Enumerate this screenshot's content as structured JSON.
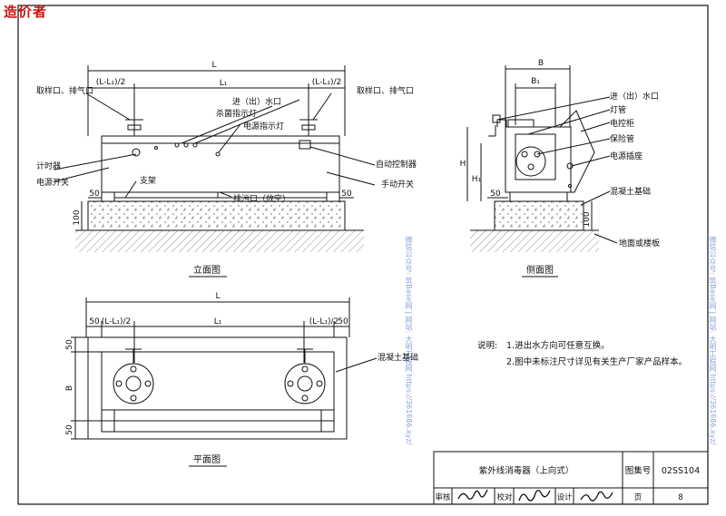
{
  "watermark": "造价者",
  "front_view": {
    "dim_L": "L",
    "dim_L1": "L₁",
    "dim_half_left": "(L-L₁)/2",
    "dim_half_right": "(L-L₁)/2",
    "dim_50_left": "50",
    "dim_50_right": "50",
    "dim_100": "100",
    "label_sample_left": "取样口、排气口",
    "label_sample_right": "取样口、排气口",
    "label_inlet": "进（出）水口",
    "label_germicidal_lamp": "杀菌指示灯",
    "label_power_lamp": "电源指示灯",
    "label_timer": "计时器",
    "label_power_switch": "电源开关",
    "label_support": "支架",
    "label_drain": "排污口（放空）",
    "label_auto_control": "自动控制器",
    "label_manual_switch": "手动开关",
    "caption": "立面图"
  },
  "side_view": {
    "dim_B": "B",
    "dim_B1": "B₁",
    "dim_H": "H",
    "dim_H1": "H₁",
    "dim_50": "50",
    "dim_100": "100",
    "label_inlet": "进（出）水口",
    "label_lamp": "灯管",
    "label_cabinet": "电控柜",
    "label_protect_tube": "保险管",
    "label_socket": "电源插座",
    "label_concrete": "混凝土基础",
    "label_floor": "地面或楼板",
    "caption": "侧面图"
  },
  "plan_view": {
    "dim_50_left": "50",
    "dim_half_left": "(L-L₁)/2",
    "dim_L1": "L₁",
    "dim_half_right": "(L-L₁)/2",
    "dim_50_right": "50",
    "dim_L": "L",
    "dim_v_50_top": "50",
    "dim_v_B": "B",
    "dim_v_50_bottom": "50",
    "label_concrete": "混凝土基础",
    "caption": "平面图"
  },
  "notes": {
    "title": "说明:",
    "item1": "1.进出水方向可任意互换。",
    "item2": "2.图中未标注尺寸详见有关生产厂家产品样本。"
  },
  "side_notes": {
    "left": "微信公众号: 筑Base网 | 网站: 大明工程网 https://361686.xyz/",
    "right": "微信公众号: 筑Base网 | 网站: 大明工程网 https://361686.xyz/"
  },
  "title_block": {
    "title": "紫外线消毒器（上向式）",
    "atlas_label": "图集号",
    "atlas_no": "02SS104",
    "review_label": "审核",
    "check_label": "校对",
    "design_label": "设计",
    "page_label": "页",
    "page_no": "8"
  }
}
